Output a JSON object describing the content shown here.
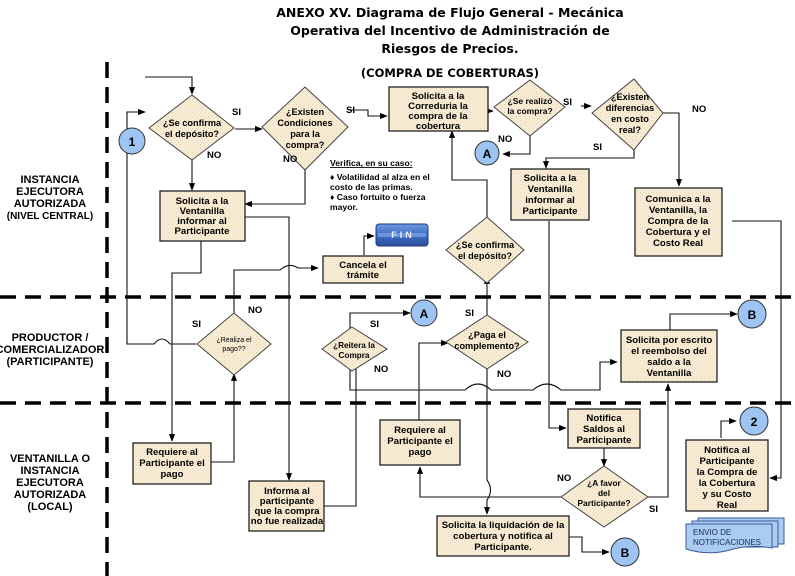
{
  "header": {
    "title_lines": [
      "ANEXO XV. Diagrama de Flujo General - Mecánica",
      "Operativa del Incentivo de Administración de",
      "Riesgos de Precios."
    ],
    "subtitle": "(COMPRA DE COBERTURAS)"
  },
  "lanes": [
    {
      "lines": [
        "INSTANCIA",
        "EJECUTORA",
        "AUTORIZADA",
        "(NIVEL CENTRAL)"
      ]
    },
    {
      "lines": [
        "PRODUCTOR /",
        "COMERCIALIZADOR",
        "(PARTICIPANTE)"
      ]
    },
    {
      "lines": [
        "VENTANILLA O",
        "INSTANCIA",
        "EJECUTORA",
        "AUTORIZADA",
        "(LOCAL)"
      ]
    }
  ],
  "decisions": {
    "confirma_deposito": [
      "¿Se confirma",
      "el depósito?"
    ],
    "existen_condiciones": [
      "¿Existen",
      "Condiciones",
      "para la",
      "compra?"
    ],
    "se_realizo_compra": [
      "¿Se realizó",
      "la compra?"
    ],
    "existen_diferencias": [
      "¿Existen",
      "diferencias",
      "en costo",
      "real?"
    ],
    "confirma_deposito_2": [
      "¿Se confirma",
      "el depósito?"
    ],
    "realiza_pago": [
      "¿Realiza  el",
      "pago??"
    ],
    "reitera_compra": [
      "¿Reitera la",
      "Compra"
    ],
    "paga_complemento": [
      "¿Paga el",
      "complemento?"
    ],
    "a_favor": [
      "¿A favor",
      "del",
      "Participante?"
    ]
  },
  "processes": {
    "solicita_correduria": [
      "Solicita a la",
      "Correduria la",
      "compra de la",
      "cobertura"
    ],
    "solicita_ventanilla_1": [
      "Solicita a la",
      "Ventanilla",
      "informar al",
      "Participante"
    ],
    "solicita_ventanilla_2": [
      "Solicita a la",
      "Ventanilla",
      "informar al",
      "Participante"
    ],
    "comunica_ventanilla": [
      "Comunica a la",
      "Ventanilla, la",
      "Compra de la",
      "Cobertura y el",
      "Costo Real"
    ],
    "cancela_tramite": [
      "Cancela el",
      "trámite"
    ],
    "solicita_reembolso": [
      "Solicita por escrito",
      "el reembolso del",
      "saldo a la",
      "Ventanilla"
    ],
    "requiere_pago_1": [
      "Requiere al",
      "Participante el",
      "pago"
    ],
    "informa_no_realizada": [
      "Informa al",
      "participante",
      "que la compra",
      "no fue realizada"
    ],
    "requiere_pago_2": [
      "Requiere al",
      "Participante el",
      "pago"
    ],
    "notifica_saldos": [
      "Notifica",
      "Saldos al",
      "Participante"
    ],
    "solicita_liquidacion": [
      "Solicita la liquidación de la",
      "cobertura y notifica al",
      "Participante."
    ],
    "notifica_compra": [
      "Notifica al",
      "Participante",
      "la Compra de",
      "la Cobertura",
      "y su Costo",
      "Real"
    ]
  },
  "note": {
    "heading": "Verifica, en su caso:",
    "lines": [
      "♦ Volatilidad al alza en el",
      "costo de las primas.",
      "♦  Caso fortuito o fuerza",
      "mayor."
    ]
  },
  "terminal": {
    "label": "FIN"
  },
  "connectors": {
    "one": "1",
    "two": "2",
    "a": "A",
    "b": "B"
  },
  "document": {
    "lines": [
      "ENVIO DE",
      "NOTIFICACIONES"
    ]
  },
  "labels": {
    "yes": "SI",
    "no": "NO"
  },
  "colors": {
    "box_fill": "#f6ead2",
    "connector_fill": "#9ec4f4",
    "terminal_fill": "#4a78cc",
    "document_fill": "#a9ccf0"
  }
}
